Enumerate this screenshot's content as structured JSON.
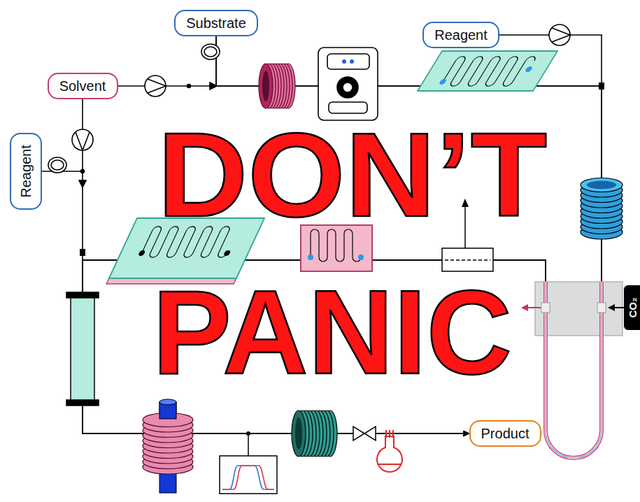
{
  "diagram": {
    "nodes": [
      {
        "text": [
          "Substrate"
        ]
      },
      {
        "text": [
          "Reagent"
        ]
      },
      {
        "text": [
          "Solvent"
        ]
      },
      {
        "text": [
          "Reagent"
        ]
      },
      {
        "text": [
          "Product"
        ]
      }
    ],
    "edges": [
      {
        "from": 2,
        "to": 4,
        "arrow": "to"
      },
      {
        "from": 0,
        "to": 4,
        "arrow": "to"
      },
      {
        "from": 1,
        "to": 4,
        "arrow": "to"
      },
      {
        "from": 3,
        "to": 4,
        "arrow": "to"
      }
    ],
    "labels": [
      "DON’T",
      "PANIC",
      "CO₂"
    ]
  }
}
